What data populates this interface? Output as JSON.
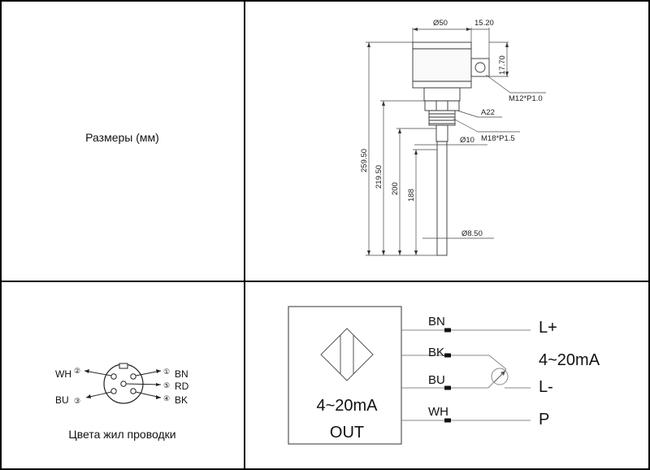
{
  "dimensions_cell": {
    "label": "Размеры (мм)",
    "dims": {
      "d50": "Ø50",
      "d15_20": "15.20",
      "d17_70": "17.70",
      "thread_m12": "M12*P1.0",
      "hex_a22": "A22",
      "thread_m18": "M18*P1.5",
      "d10": "Ø10",
      "d8_50": "Ø8.50",
      "l259_50": "259.50",
      "l219_50": "219.50",
      "l200": "200",
      "l188": "188"
    }
  },
  "connector_cell": {
    "label": "Цвета жил проводки",
    "pins": {
      "wh": {
        "color": "WH",
        "num": "②"
      },
      "bu": {
        "color": "BU",
        "num": "③"
      },
      "bn": {
        "color": "BN",
        "num": "①"
      },
      "rd": {
        "color": "RD",
        "num": "⑤"
      },
      "bk": {
        "color": "BK",
        "num": "④"
      }
    }
  },
  "wiring_cell": {
    "box_line1": "4~20mA",
    "box_line2": "OUT",
    "wires": [
      "BN",
      "BK",
      "BU",
      "WH"
    ],
    "terminals": {
      "lplus": "L+",
      "signal": "4~20mA",
      "lminus": "L-",
      "p": "P"
    }
  }
}
